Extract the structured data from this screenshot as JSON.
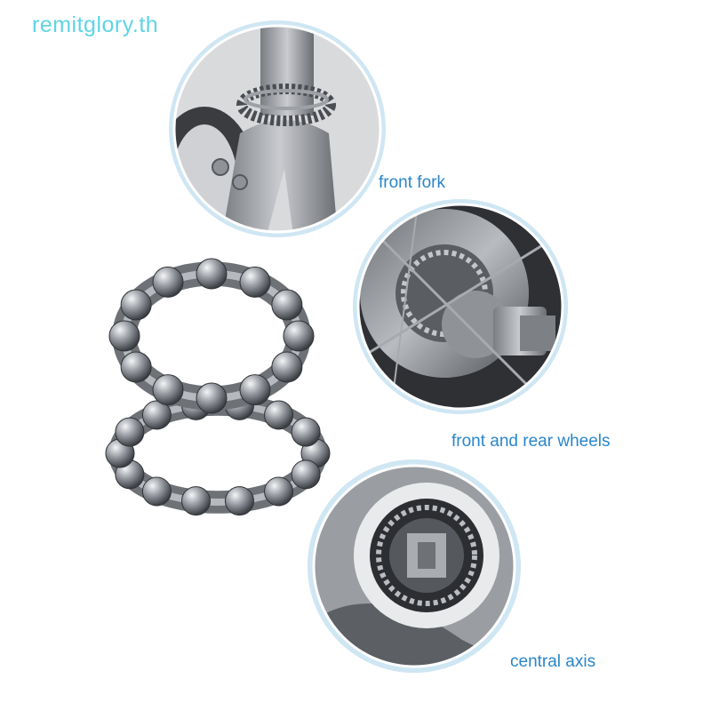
{
  "watermark": "remitglory.th",
  "colors": {
    "accent_text": "#2a86c9",
    "watermark": "#5fd3e6",
    "circle_ring": "#cfe6f3",
    "metal": "#8a8d92"
  },
  "callouts": [
    {
      "label": "front fork",
      "icon": "front-fork-closeup-photo"
    },
    {
      "label": "front and rear wheels",
      "icon": "wheel-hub-closeup-photo"
    },
    {
      "label": "central axis",
      "icon": "bottom-bracket-closeup-photo"
    }
  ],
  "product": {
    "icon": "ball-bearing-retainer-rings"
  }
}
